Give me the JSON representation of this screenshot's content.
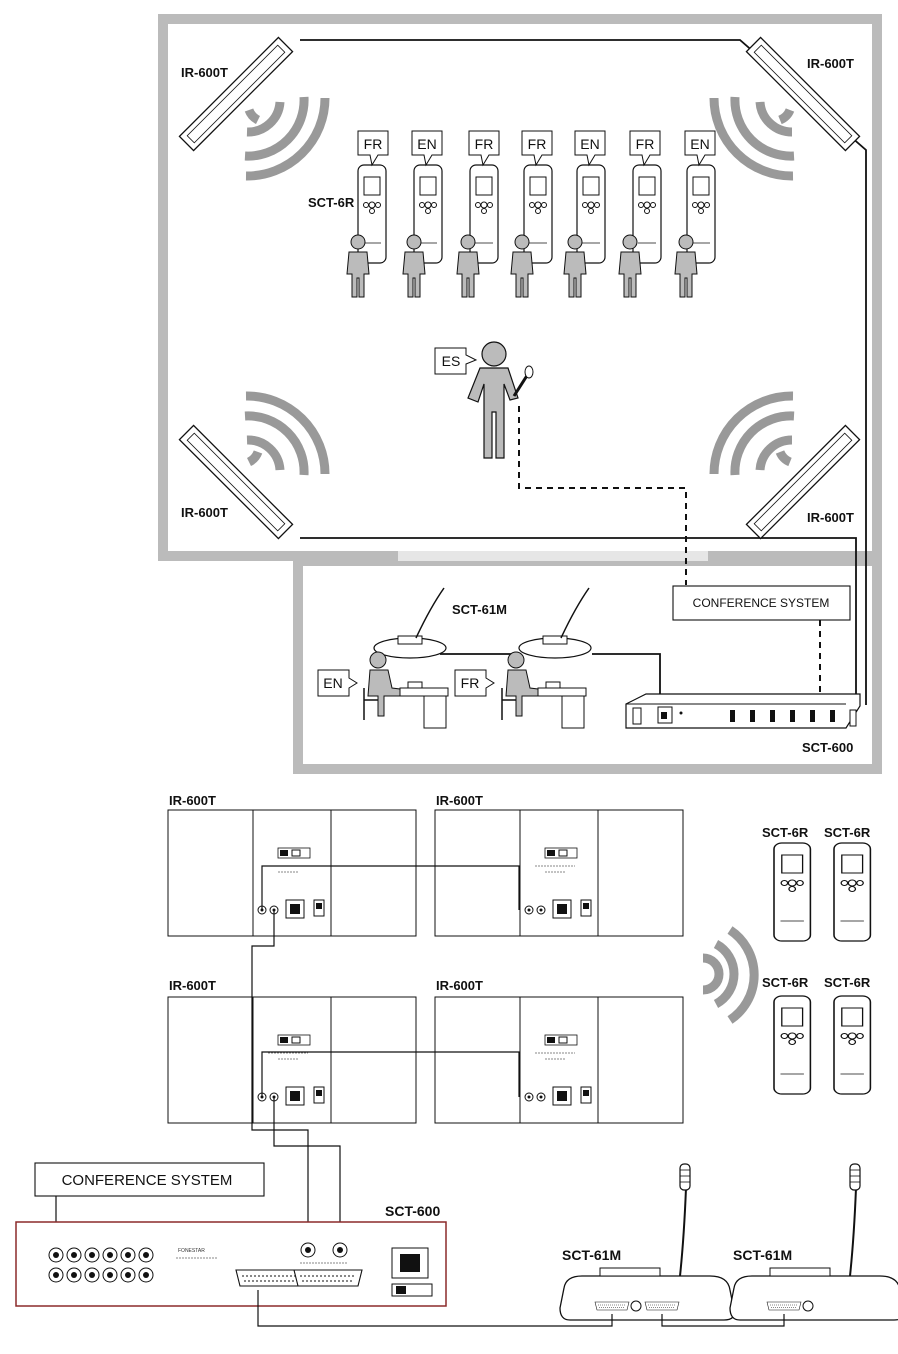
{
  "room": {
    "transmitter_label": "IR-600T",
    "receiver_label": "SCT-6R",
    "speaker_language": "ES",
    "receiver_languages": [
      "FR",
      "EN",
      "FR",
      "FR",
      "EN",
      "FR",
      "EN"
    ]
  },
  "booth": {
    "microphone_label": "SCT-61M",
    "conference_system_label": "CONFERENCE SYSTEM",
    "interpreter_languages": [
      "EN",
      "FR"
    ],
    "main_unit_label": "SCT-600"
  },
  "wiring": {
    "transmitter_label": "IR-600T",
    "receiver_label": "SCT-6R",
    "conference_system_label": "CONFERENCE SYSTEM",
    "main_unit_label": "SCT-600",
    "microphone_label": "SCT-61M",
    "brand": "FONESTAR"
  }
}
